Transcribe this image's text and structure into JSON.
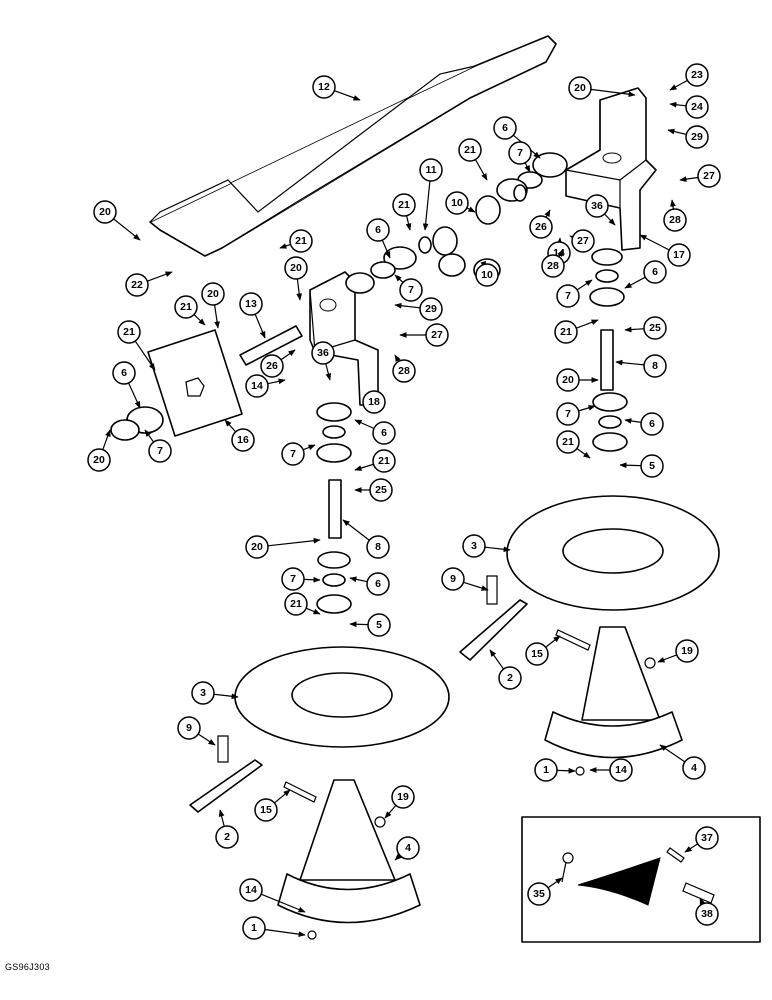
{
  "figure_code": "GS96J303",
  "callouts": [
    {
      "id": "c12",
      "label": "12"
    },
    {
      "id": "c20a",
      "label": "20"
    },
    {
      "id": "c23",
      "label": "23"
    },
    {
      "id": "c24",
      "label": "24"
    },
    {
      "id": "c29a",
      "label": "29"
    },
    {
      "id": "c27a",
      "label": "27"
    },
    {
      "id": "c28a",
      "label": "28"
    },
    {
      "id": "c17",
      "label": "17"
    },
    {
      "id": "c6a",
      "label": "6"
    },
    {
      "id": "c7a",
      "label": "7"
    },
    {
      "id": "c21a",
      "label": "21"
    },
    {
      "id": "c11",
      "label": "11"
    },
    {
      "id": "c10a",
      "label": "10"
    },
    {
      "id": "c10b",
      "label": "10"
    },
    {
      "id": "c26a",
      "label": "26"
    },
    {
      "id": "c36a",
      "label": "36"
    },
    {
      "id": "c14a",
      "label": "14"
    },
    {
      "id": "c27b",
      "label": "27"
    },
    {
      "id": "c28b",
      "label": "28"
    },
    {
      "id": "c20b",
      "label": "20"
    },
    {
      "id": "c21b",
      "label": "21"
    },
    {
      "id": "c22",
      "label": "22"
    },
    {
      "id": "c21c",
      "label": "21"
    },
    {
      "id": "c6b",
      "label": "6"
    },
    {
      "id": "c20c",
      "label": "20"
    },
    {
      "id": "c7b",
      "label": "7"
    },
    {
      "id": "c29b",
      "label": "29"
    },
    {
      "id": "c27c",
      "label": "27"
    },
    {
      "id": "c28c",
      "label": "28"
    },
    {
      "id": "c36b",
      "label": "36"
    },
    {
      "id": "c14b",
      "label": "14"
    },
    {
      "id": "c18",
      "label": "18"
    },
    {
      "id": "c26b",
      "label": "26"
    },
    {
      "id": "c13",
      "label": "13"
    },
    {
      "id": "c20d",
      "label": "20"
    },
    {
      "id": "c21d",
      "label": "21"
    },
    {
      "id": "c21e",
      "label": "21"
    },
    {
      "id": "c6c",
      "label": "6"
    },
    {
      "id": "c7c",
      "label": "7"
    },
    {
      "id": "c16",
      "label": "16"
    },
    {
      "id": "c20e",
      "label": "20"
    },
    {
      "id": "c6d",
      "label": "6"
    },
    {
      "id": "c7d",
      "label": "7"
    },
    {
      "id": "c21f",
      "label": "21"
    },
    {
      "id": "c25a",
      "label": "25"
    },
    {
      "id": "c8a",
      "label": "8"
    },
    {
      "id": "c20f",
      "label": "20"
    },
    {
      "id": "c7e",
      "label": "7"
    },
    {
      "id": "c6e",
      "label": "6"
    },
    {
      "id": "c21g",
      "label": "21"
    },
    {
      "id": "c5a",
      "label": "5"
    },
    {
      "id": "c6f",
      "label": "6"
    },
    {
      "id": "c7f",
      "label": "7"
    },
    {
      "id": "c21h",
      "label": "21"
    },
    {
      "id": "c25b",
      "label": "25"
    },
    {
      "id": "c8b",
      "label": "8"
    },
    {
      "id": "c20g",
      "label": "20"
    },
    {
      "id": "c7g",
      "label": "7"
    },
    {
      "id": "c6g",
      "label": "6"
    },
    {
      "id": "c21i",
      "label": "21"
    },
    {
      "id": "c5b",
      "label": "5"
    },
    {
      "id": "c3a",
      "label": "3"
    },
    {
      "id": "c9a",
      "label": "9"
    },
    {
      "id": "c15a",
      "label": "15"
    },
    {
      "id": "c19a",
      "label": "19"
    },
    {
      "id": "c2a",
      "label": "2"
    },
    {
      "id": "c4a",
      "label": "4"
    },
    {
      "id": "c1a",
      "label": "1"
    },
    {
      "id": "c14c",
      "label": "14"
    },
    {
      "id": "c3b",
      "label": "3"
    },
    {
      "id": "c9b",
      "label": "9"
    },
    {
      "id": "c15b",
      "label": "15"
    },
    {
      "id": "c19b",
      "label": "19"
    },
    {
      "id": "c2b",
      "label": "2"
    },
    {
      "id": "c4b",
      "label": "4"
    },
    {
      "id": "c14d",
      "label": "14"
    },
    {
      "id": "c1b",
      "label": "1"
    },
    {
      "id": "c37",
      "label": "37"
    },
    {
      "id": "c35",
      "label": "35"
    },
    {
      "id": "c38",
      "label": "38"
    }
  ]
}
